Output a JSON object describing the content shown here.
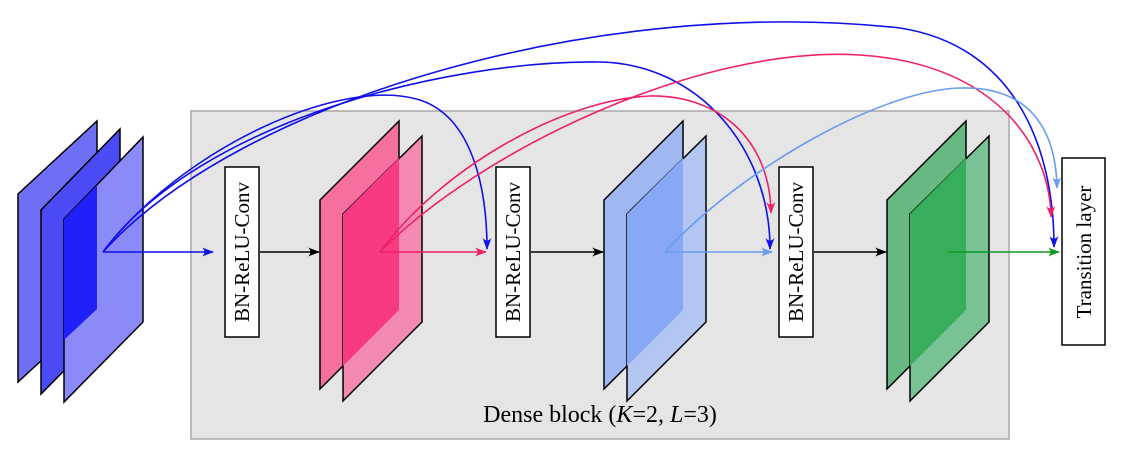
{
  "diagram": {
    "block_label": {
      "prefix": "Dense block (",
      "k_var": "K",
      "k_eq": "=2, ",
      "l_var": "L",
      "l_eq": "=3)"
    },
    "ops": [
      "BN-ReLU-Conv",
      "BN-ReLU-Conv",
      "BN-ReLU-Conv"
    ],
    "transition_label": "Transition layer",
    "colors": {
      "block_bg": "#e5e5e5",
      "block_border": "#a8a8a8",
      "input": "#3333ff",
      "input_light": "#7f7fff",
      "layer1": "#f5709f",
      "layer1_dark": "#f83a82",
      "layer2": "#a7bdf3",
      "layer2_dark": "#86a8f5",
      "layer3": "#6ec08a",
      "layer3_dark": "#38ad5c",
      "arrow_input": "#1010e8",
      "arrow_layer1": "#ee2266",
      "arrow_layer2": "#6a9cf0",
      "arrow_layer3": "#119922",
      "arrow_op": "#000000"
    }
  }
}
